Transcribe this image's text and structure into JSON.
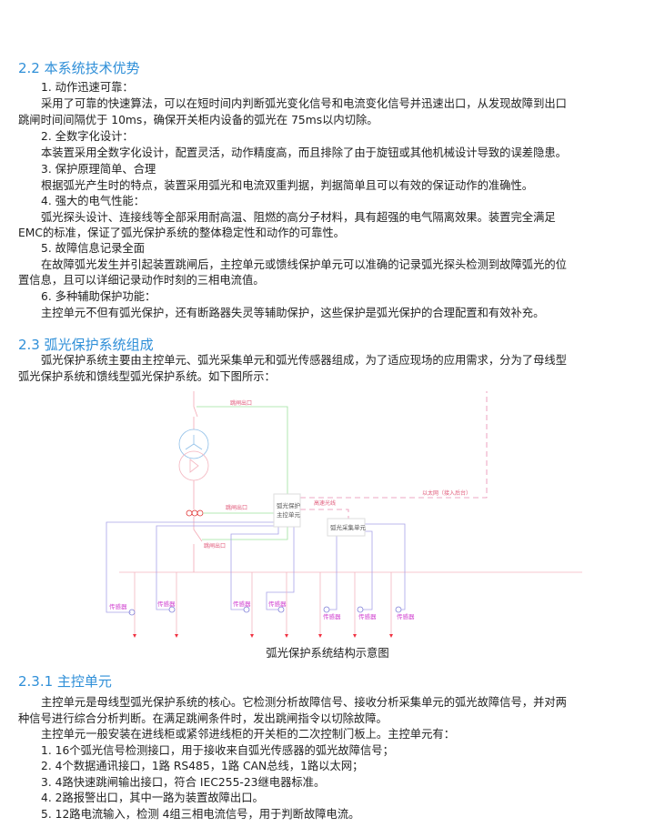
{
  "s22": {
    "title": "2.2 本系统技术优势",
    "lines": [
      "1. 动作迅速可靠：",
      "采用了可靠的快速算法，可以在短时间内判断弧光变化信号和电流变化信号并迅速出口，从发现故障到出口",
      "跳闸时间间隔优于 10ms，确保开关柜内设备的弧光在 75ms以内切除。",
      "2. 全数字化设计：",
      "本装置采用全数字化设计，配置灵活，动作精度高，而且排除了由于旋钮或其他机械设计导致的误差隐患。",
      "3. 保护原理简单、合理",
      "根据弧光产生时的特点，装置采用弧光和电流双重判据，判据简单且可以有效的保证动作的准确性。",
      "4. 强大的电气性能：",
      "弧光探头设计、连接线等全部采用耐高温、阻燃的高分子材料，具有超强的电气隔离效果。装置完全满足",
      "EMC的标准，保证了弧光保护系统的整体稳定性和动作的可靠性。",
      "5. 故障信息记录全面",
      "在故障弧光发生并引起装置跳闸后，主控单元或馈线保护单元可以准确的记录弧光探头检测到故障弧光的位",
      "置信息，且可以详细记录动作时刻的三相电流值。",
      "6. 多种辅助保护功能：",
      "主控单元不但有弧光保护，还有断路器失灵等辅助保护，这些保护是弧光保护的合理配置和有效补充。"
    ]
  },
  "s23": {
    "title": "2.3 弧光保护系统组成",
    "lines": [
      "弧光保护系统主要由主控单元、弧光采集单元和弧光传感器组成，为了适应现场的应用需求，分为了母线型",
      "弧光保护系统和馈线型弧光保护系统。如下图所示："
    ]
  },
  "diagram": {
    "trip_label": "跳闸出口",
    "main_unit": [
      "弧光保护",
      "主控单元"
    ],
    "collector_unit": "弧光采集单元",
    "fiber_label": "高速光线",
    "ethernet_label": "以太网（接入后台）",
    "sensor_label": "传感器",
    "caption": "弧光保护系统结构示意图"
  },
  "s231": {
    "title": "2.3.1 主控单元",
    "lines": [
      "主控单元是母线型弧光保护系统的核心。它检测分析故障信号、接收分析采集单元的弧光故障信号，并对两",
      "种信号进行综合分析判断。在满足跳闸条件时，发出跳闸指令以切除故障。",
      "主控单元一般安装在进线柜或紧邻进线柜的开关柜的二次控制门板上。主控单元有：",
      "1. 16个弧光信号检测接口，用于接收来自弧光传感器的弧光故障信号；",
      "2. 4个数据通讯接口，1路 RS485，1路 CAN总线，1路以太网；",
      "3. 4路快速跳闸输出接口，符合 IEC255-23继电器标准。",
      "4. 2路报警出口，其中一路为装置故障出口。",
      "5. 12路电流输入，检测 4组三相电流信号，用于判断故障电流。"
    ]
  }
}
